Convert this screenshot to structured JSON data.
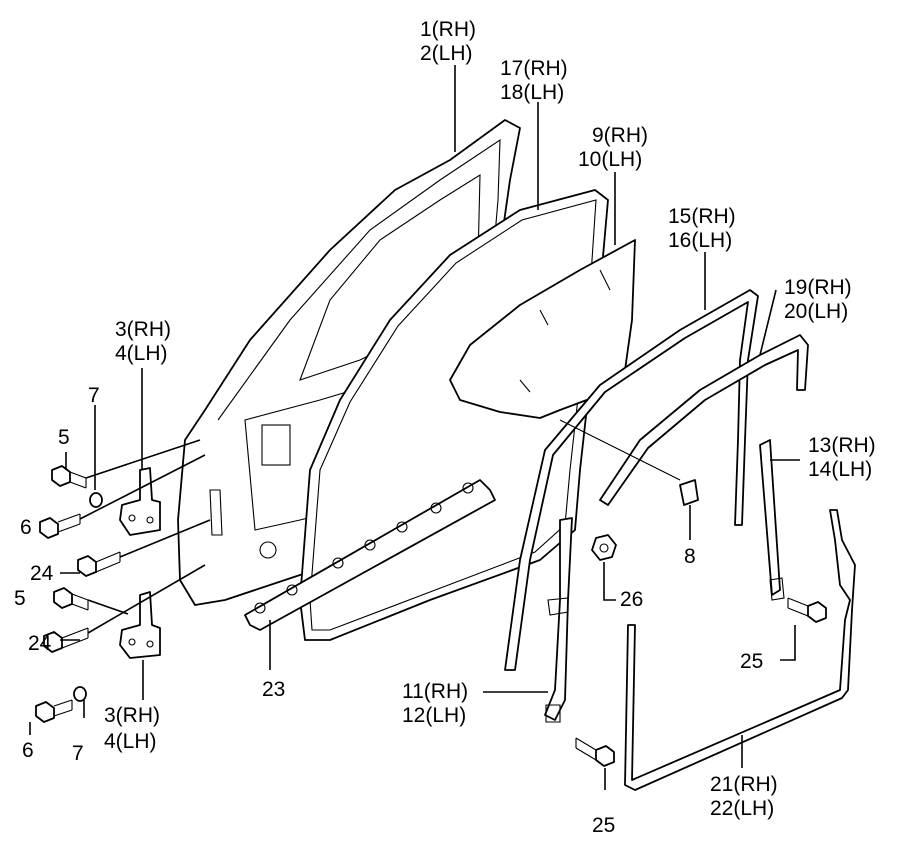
{
  "labels": {
    "p1": "1(RH)",
    "p2": "2(LH)",
    "p17": "17(RH)",
    "p18": "18(LH)",
    "p9": "9(RH)",
    "p10": "10(LH)",
    "p15": "15(RH)",
    "p16": "16(LH)",
    "p19": "19(RH)",
    "p20": "20(LH)",
    "p13": "13(RH)",
    "p14": "14(LH)",
    "p3a": "3(RH)",
    "p4a": "4(LH)",
    "p3b": "3(RH)",
    "p4b": "4(LH)",
    "p5a": "5",
    "p5b": "5",
    "p6a": "6",
    "p6b": "6",
    "p7a": "7",
    "p7b": "7",
    "p24a": "24",
    "p24b": "24",
    "p8": "8",
    "p23": "23",
    "p26": "26",
    "p11": "11(RH)",
    "p12": "12(LH)",
    "p25a": "25",
    "p25b": "25",
    "p21": "21(RH)",
    "p22": "22(LH)"
  }
}
